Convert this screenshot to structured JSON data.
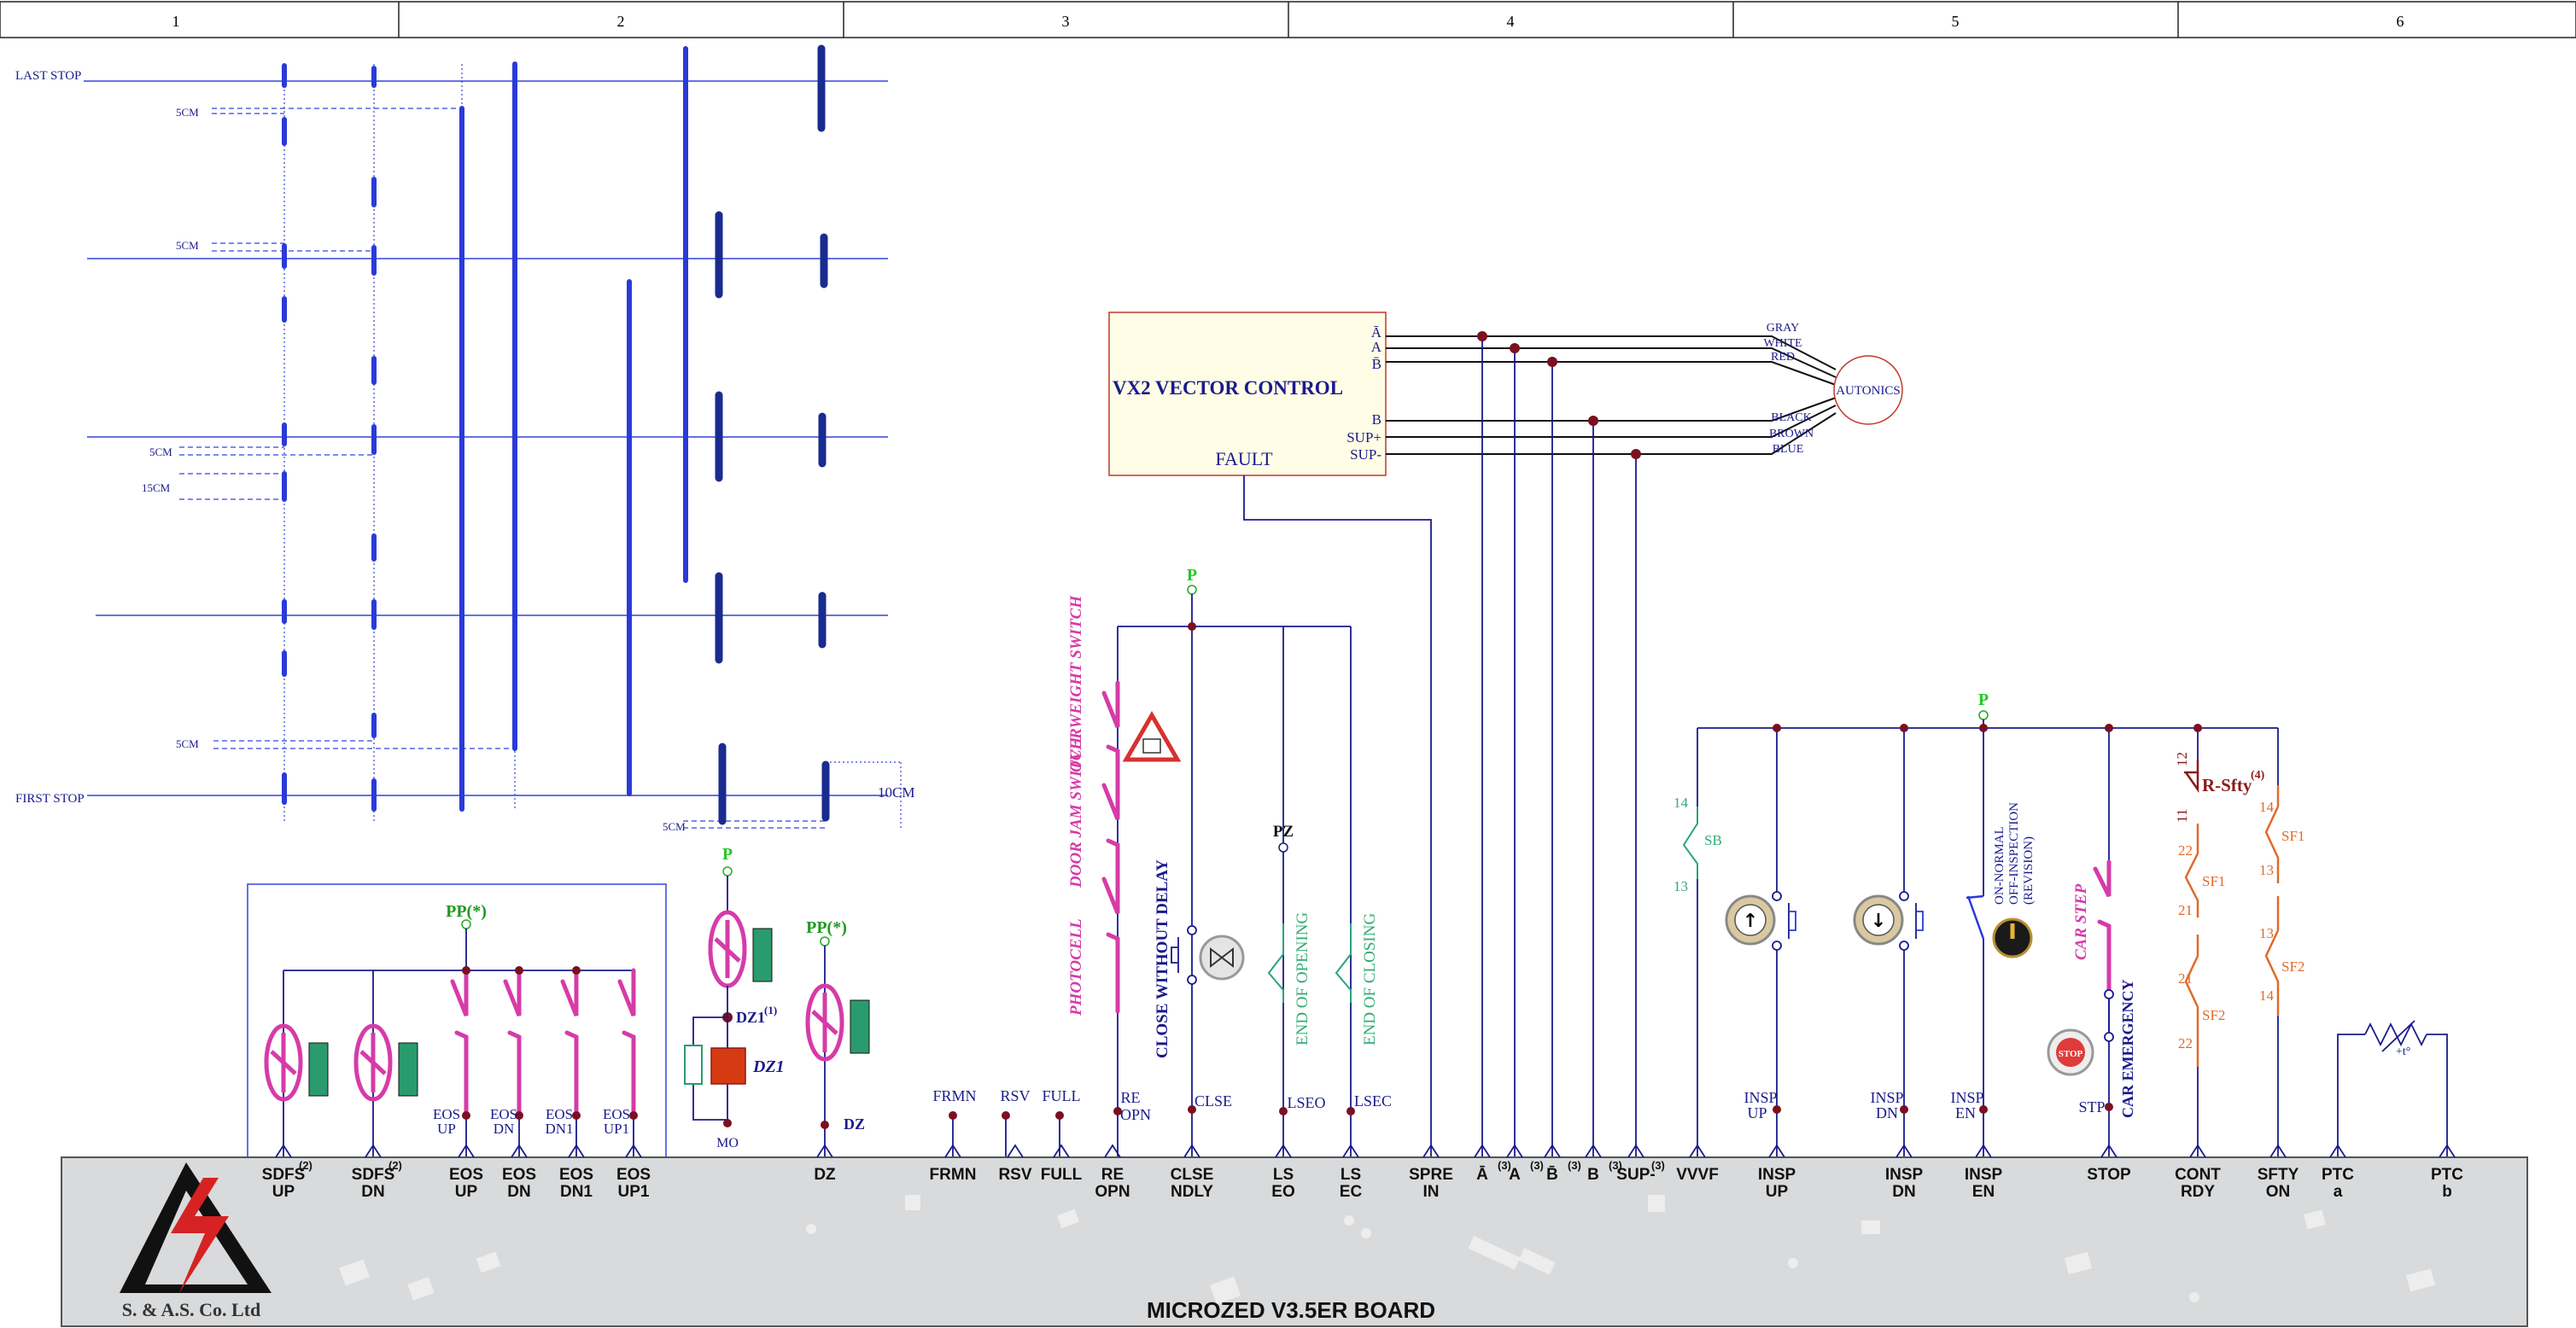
{
  "header": {
    "columns": [
      "1",
      "2",
      "3",
      "4",
      "5",
      "6"
    ]
  },
  "shaft": {
    "last_stop": "LAST STOP",
    "first_stop": "FIRST STOP",
    "dim_5cm": "5CM",
    "dim_5cm_b": "5CM",
    "dim_5cm_c": "5CM",
    "dim_15cm": "15CM",
    "dim_5cm_d": "5CM",
    "dim_5cm_e": "5CM",
    "dim_10cm": "10CM"
  },
  "vvvf": {
    "title": "VX2 VECTOR CONTROL",
    "fault": "FAULT",
    "signals": [
      "Ā",
      "A",
      "B̄",
      "B",
      "SUP+",
      "SUP-"
    ],
    "encoder": "AUTONICS",
    "wire_colors": [
      "GRAY",
      "WHITE",
      "RED",
      "BLACK",
      "BROWN",
      "BLUE"
    ]
  },
  "power_labels": {
    "p": "P",
    "pp": "PP(*)",
    "pz": "PZ"
  },
  "switches": {
    "overweight": "OVERWEIGHT SWITCH",
    "door_jam": "DOOR JAM SWITCH",
    "photocell": "PHOTOCELL",
    "close_without_delay": "CLOSE WITHOUT DELAY",
    "end_opening": "END OF OPENING",
    "end_closing": "END OF CLOSING",
    "sb": "SB",
    "sb_top": "14",
    "sb_bot": "13",
    "inspection_mode": [
      "ON-NORMAL",
      "OFF-INSPECTION",
      "(REVISION)"
    ],
    "car_step": "CAR STEP",
    "car_emergency": "CAR EMERGENCY",
    "stop_button": "STOP",
    "r_sfty": "R-Sfty",
    "r_sfty_sup": "(4)",
    "sf1": "SF1",
    "sf2": "SF2",
    "sf1b": "SF1",
    "sf2b": "SF2",
    "n12": "12",
    "n11": "11",
    "n22": "22",
    "n21": "21",
    "n21b": "21",
    "n22b": "22",
    "n14": "14",
    "n13": "13",
    "n13b": "13",
    "n14b": "14",
    "dz1": "DZ1",
    "dz1_sup": "(1)",
    "dz1_label": "DZ1",
    "mo": "MO",
    "dz": "DZ",
    "ptc_sym": "+t°"
  },
  "wire_labels": {
    "frmn": "FRMN",
    "rsv": "RSV",
    "full": "FULL",
    "re_opn": [
      "RE",
      "OPN"
    ],
    "clse": "CLSE",
    "lseo": "LSEO",
    "lsec": "LSEC",
    "eos": [
      [
        "EOS",
        "UP"
      ],
      [
        "EOS",
        "DN"
      ],
      [
        "EOS",
        "DN1"
      ],
      [
        "EOS",
        "UP1"
      ]
    ],
    "insp_up": [
      "INSP",
      "UP"
    ],
    "insp_dn": [
      "INSP",
      "DN"
    ],
    "insp_en": [
      "INSP",
      "EN"
    ],
    "stp": "STP"
  },
  "terminals": [
    {
      "l1": "SDFS",
      "l2": "UP",
      "sup": "(2)"
    },
    {
      "l1": "SDFS",
      "l2": "DN",
      "sup": "(2)"
    },
    {
      "l1": "EOS",
      "l2": "UP",
      "sup": ""
    },
    {
      "l1": "EOS",
      "l2": "DN",
      "sup": ""
    },
    {
      "l1": "EOS",
      "l2": "DN1",
      "sup": ""
    },
    {
      "l1": "EOS",
      "l2": "UP1",
      "sup": ""
    },
    {
      "l1": "DZ",
      "l2": "",
      "sup": ""
    },
    {
      "l1": "FRMN",
      "l2": "",
      "sup": ""
    },
    {
      "l1": "RSV",
      "l2": "",
      "sup": ""
    },
    {
      "l1": "FULL",
      "l2": "",
      "sup": ""
    },
    {
      "l1": "RE",
      "l2": "OPN",
      "sup": ""
    },
    {
      "l1": "CLSE",
      "l2": "NDLY",
      "sup": ""
    },
    {
      "l1": "LS",
      "l2": "EO",
      "sup": ""
    },
    {
      "l1": "LS",
      "l2": "EC",
      "sup": ""
    },
    {
      "l1": "SPRE",
      "l2": "IN",
      "sup": ""
    },
    {
      "l1": "Ā",
      "l2": "",
      "sup": "(3)"
    },
    {
      "l1": "A",
      "l2": "",
      "sup": "(3)"
    },
    {
      "l1": "B̄",
      "l2": "",
      "sup": "(3)"
    },
    {
      "l1": "B",
      "l2": "",
      "sup": "(3)"
    },
    {
      "l1": "SUP-",
      "l2": "",
      "sup": "(3)"
    },
    {
      "l1": "VVVF",
      "l2": "",
      "sup": ""
    },
    {
      "l1": "INSP",
      "l2": "UP",
      "sup": ""
    },
    {
      "l1": "INSP",
      "l2": "DN",
      "sup": ""
    },
    {
      "l1": "INSP",
      "l2": "EN",
      "sup": ""
    },
    {
      "l1": "STOP",
      "l2": "",
      "sup": ""
    },
    {
      "l1": "CONT",
      "l2": "RDY",
      "sup": ""
    },
    {
      "l1": "SFTY",
      "l2": "ON",
      "sup": ""
    },
    {
      "l1": "PTC",
      "l2": "a",
      "sup": ""
    },
    {
      "l1": "PTC",
      "l2": "b",
      "sup": ""
    }
  ],
  "board": {
    "title": "MICROZED V3.5ER BOARD",
    "company": "S. & A.S. Co. Ltd"
  },
  "colors": {
    "wire": "#1a1a8c",
    "blue_line": "#3344dd",
    "magnet": "#2a3ad8",
    "magenta": "#d63ba8",
    "green": "#33aa77",
    "orange": "#e06a2a",
    "dark_red": "#8b1a1a",
    "bright_green": "#22dd22",
    "board": "#d9dadb",
    "dot": "#7a1020"
  }
}
